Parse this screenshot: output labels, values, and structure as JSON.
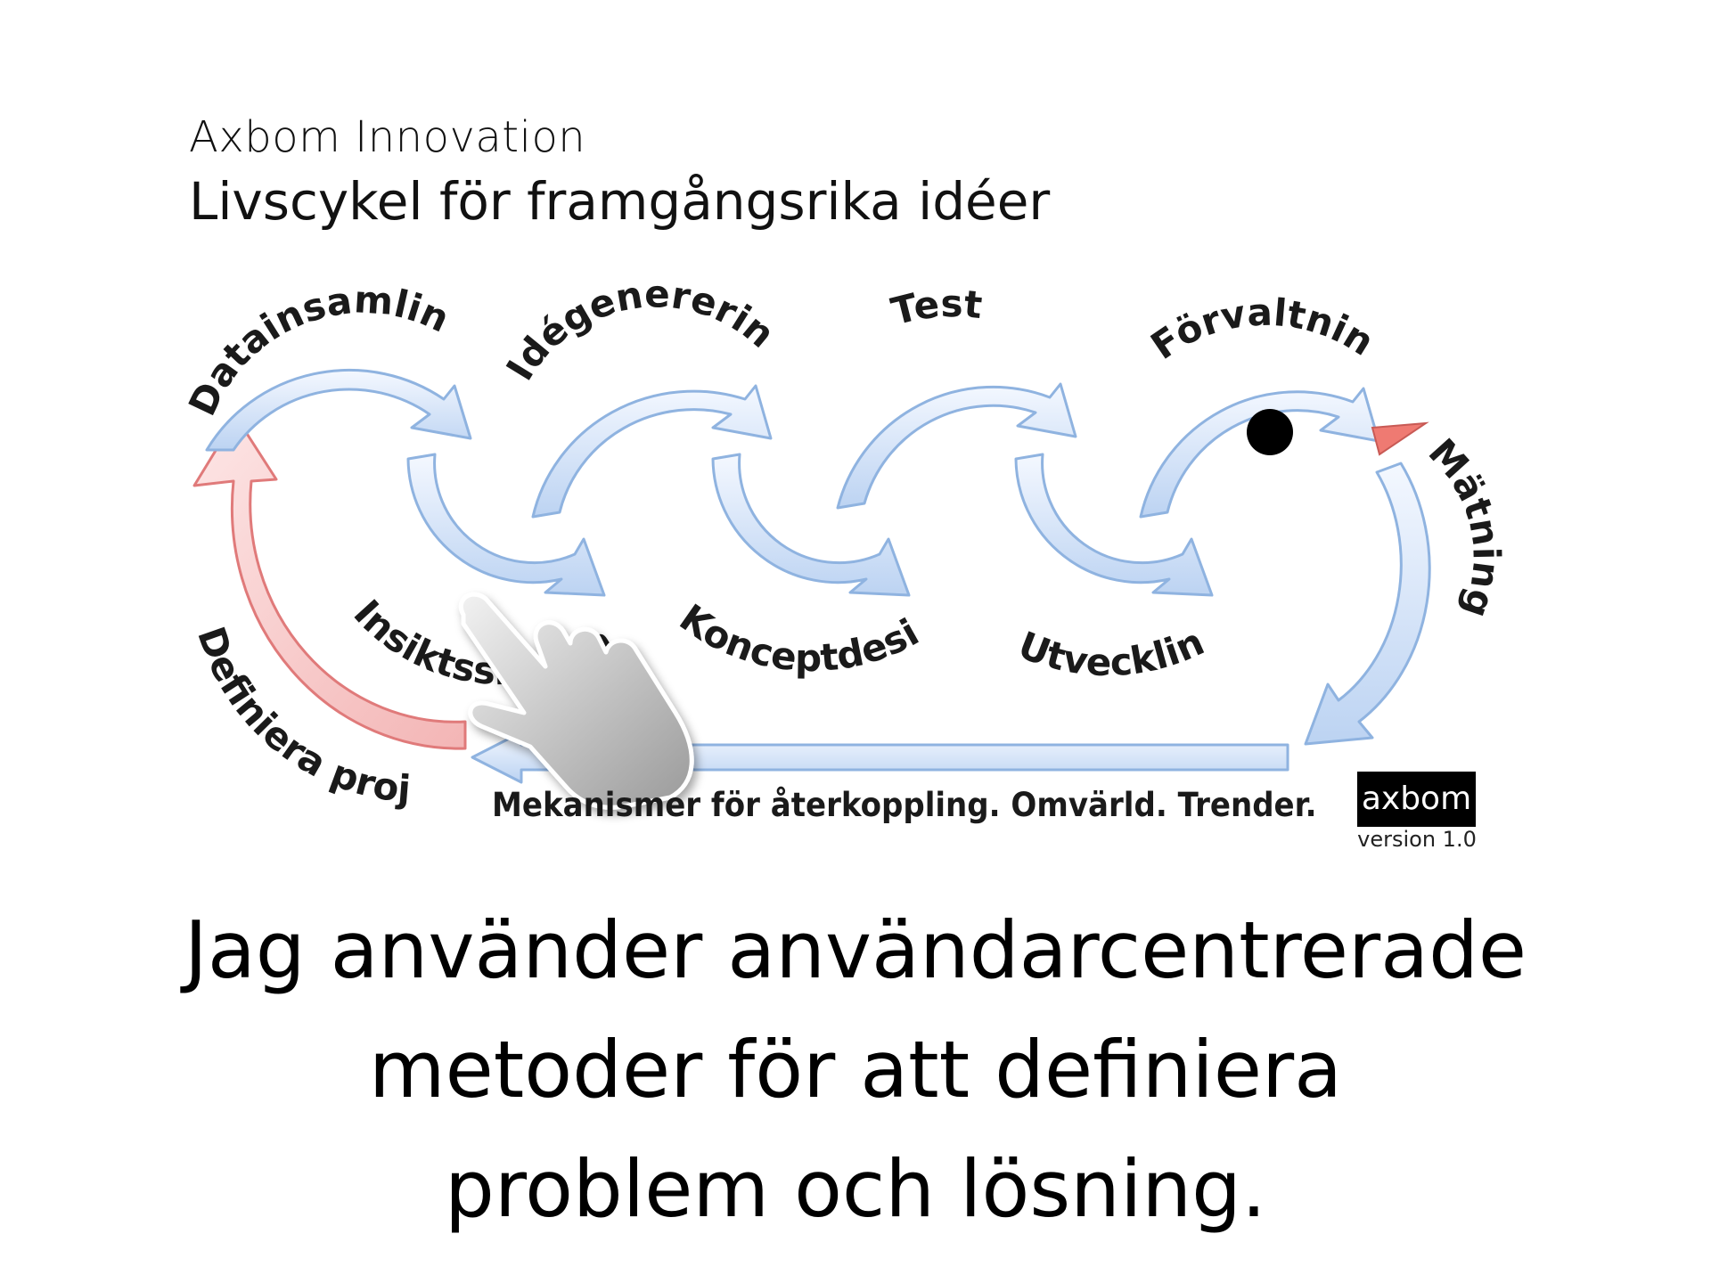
{
  "header": {
    "organization": "Axbom Innovation",
    "title": "Livscykel för framgångsrika idéer"
  },
  "diagram": {
    "phases": {
      "top": [
        "Datainsamling",
        "Idégenerering",
        "Test",
        "Förvaltning"
      ],
      "bottom": [
        "Insiktsskapande",
        "Konceptdesign",
        "Utveckling"
      ],
      "side": [
        "Mätning",
        "Definiera projekt"
      ]
    },
    "feedback": "Mekanismer för återkoppling. Omvärld. Trender.",
    "colors": {
      "flow_arrow": "#cfe0f7",
      "flow_arrow_stroke": "#8fb3e0",
      "project_arrow": "#f6c6c6",
      "project_arrow_stroke": "#e07a7a",
      "beak": "#ef7a72",
      "eye": "#000000"
    },
    "icons": [
      "pointing-hand-icon",
      "bird-eye-icon",
      "bird-beak-icon"
    ]
  },
  "logo": {
    "text": "axbom",
    "version": "version 1.0"
  },
  "statement": {
    "line1": "Jag använder användarcentrerade",
    "line2": "metoder för att definiera",
    "line3": "problem och lösning."
  }
}
